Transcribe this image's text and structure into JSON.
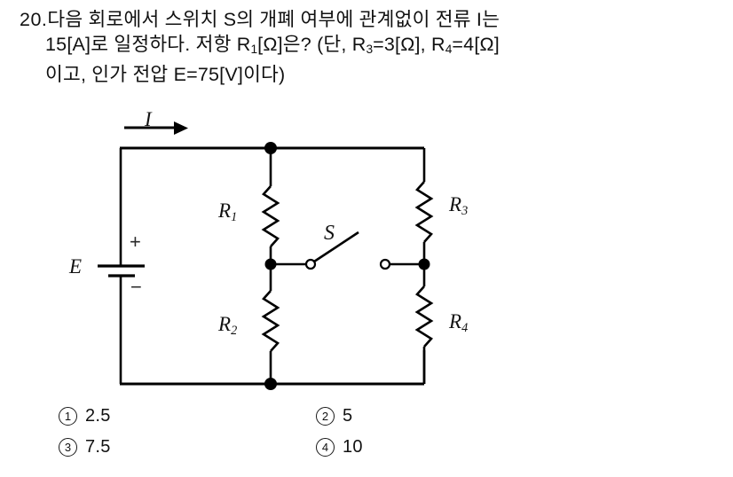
{
  "question": {
    "number": "20.",
    "line1_head": "20.",
    "line1": "다음 회로에서 스위치 S의 개폐 여부에 관계없이 전류 I는",
    "line2_a": "15[A]로 일정하다. 저항 R",
    "line2_sub": "1",
    "line2_b": "[Ω]은? (단, R",
    "line2_sub2": "3",
    "line2_c": "=3[Ω], R",
    "line2_sub3": "4",
    "line2_d": "=4[Ω]",
    "line3": "이고, 인가 전압 E=75[V]이다)"
  },
  "figure": {
    "current_label": "I",
    "source_label": "E",
    "plus_sign": "+",
    "minus_sign": "−",
    "switch_label": "S",
    "resistor_r1": "R",
    "resistor_r1_sub": "1",
    "resistor_r2": "R",
    "resistor_r2_sub": "2",
    "resistor_r3": "R",
    "resistor_r3_sub": "3",
    "resistor_r4": "R",
    "resistor_r4_sub": "4",
    "line_color": "#000000",
    "background": "#ffffff"
  },
  "options": [
    {
      "marker": "1",
      "text": "2.5"
    },
    {
      "marker": "2",
      "text": "5"
    },
    {
      "marker": "3",
      "text": "7.5"
    },
    {
      "marker": "4",
      "text": "10"
    }
  ]
}
